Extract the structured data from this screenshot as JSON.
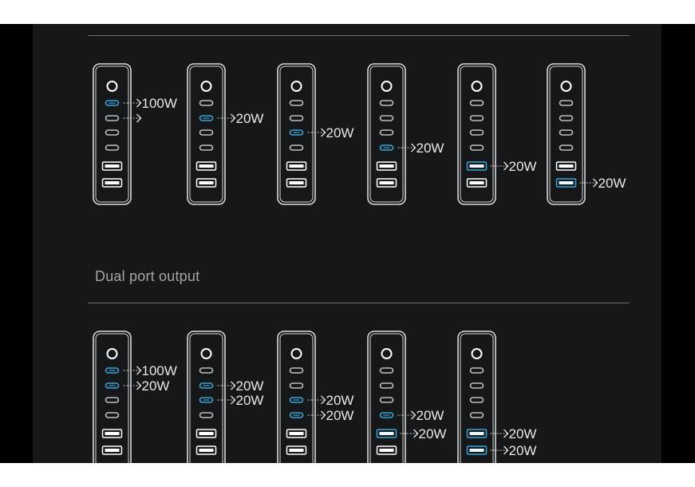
{
  "colors": {
    "background": "#161719",
    "body_outline": "#d9d9d9",
    "active_port": "#3aa3d8",
    "inactive_port": "#bdbdbd",
    "label": "#e8e8e8",
    "title": "#a3a5a8"
  },
  "sections": [
    {
      "title": "",
      "chargers": [
        {
          "active": [
            0
          ],
          "label_port": 0,
          "label": "100W",
          "arrows": [
            0,
            1
          ]
        },
        {
          "active": [
            1
          ],
          "label_port": 1,
          "label": "20W",
          "arrows": [
            1
          ]
        },
        {
          "active": [
            2
          ],
          "label_port": 2,
          "label": "20W",
          "arrows": [
            2
          ]
        },
        {
          "active": [
            3
          ],
          "label_port": 3,
          "label": "20W",
          "arrows": [
            3
          ]
        },
        {
          "active": [
            4
          ],
          "label_port": 4,
          "label": "20W",
          "arrows": [
            4
          ]
        },
        {
          "active": [
            5
          ],
          "label_port": 5,
          "label": "20W",
          "arrows": [
            5
          ]
        }
      ]
    },
    {
      "title": "Dual port output",
      "chargers": [
        {
          "active": [
            0,
            1
          ],
          "labels": [
            {
              "port": 0,
              "text": "100W"
            },
            {
              "port": 1,
              "text": "20W"
            }
          ]
        },
        {
          "active": [
            1,
            2
          ],
          "labels": [
            {
              "port": 1,
              "text": "20W"
            },
            {
              "port": 2,
              "text": "20W"
            }
          ]
        },
        {
          "active": [
            2,
            3
          ],
          "labels": [
            {
              "port": 2,
              "text": "20W"
            },
            {
              "port": 3,
              "text": "20W"
            }
          ]
        },
        {
          "active": [
            3,
            4
          ],
          "labels": [
            {
              "port": 3,
              "text": "20W"
            },
            {
              "port": 4,
              "text": "20W"
            }
          ]
        },
        {
          "active": [
            4,
            5
          ],
          "labels": [
            {
              "port": 4,
              "text": "20W"
            },
            {
              "port": 5,
              "text": "20W"
            }
          ]
        }
      ]
    }
  ]
}
